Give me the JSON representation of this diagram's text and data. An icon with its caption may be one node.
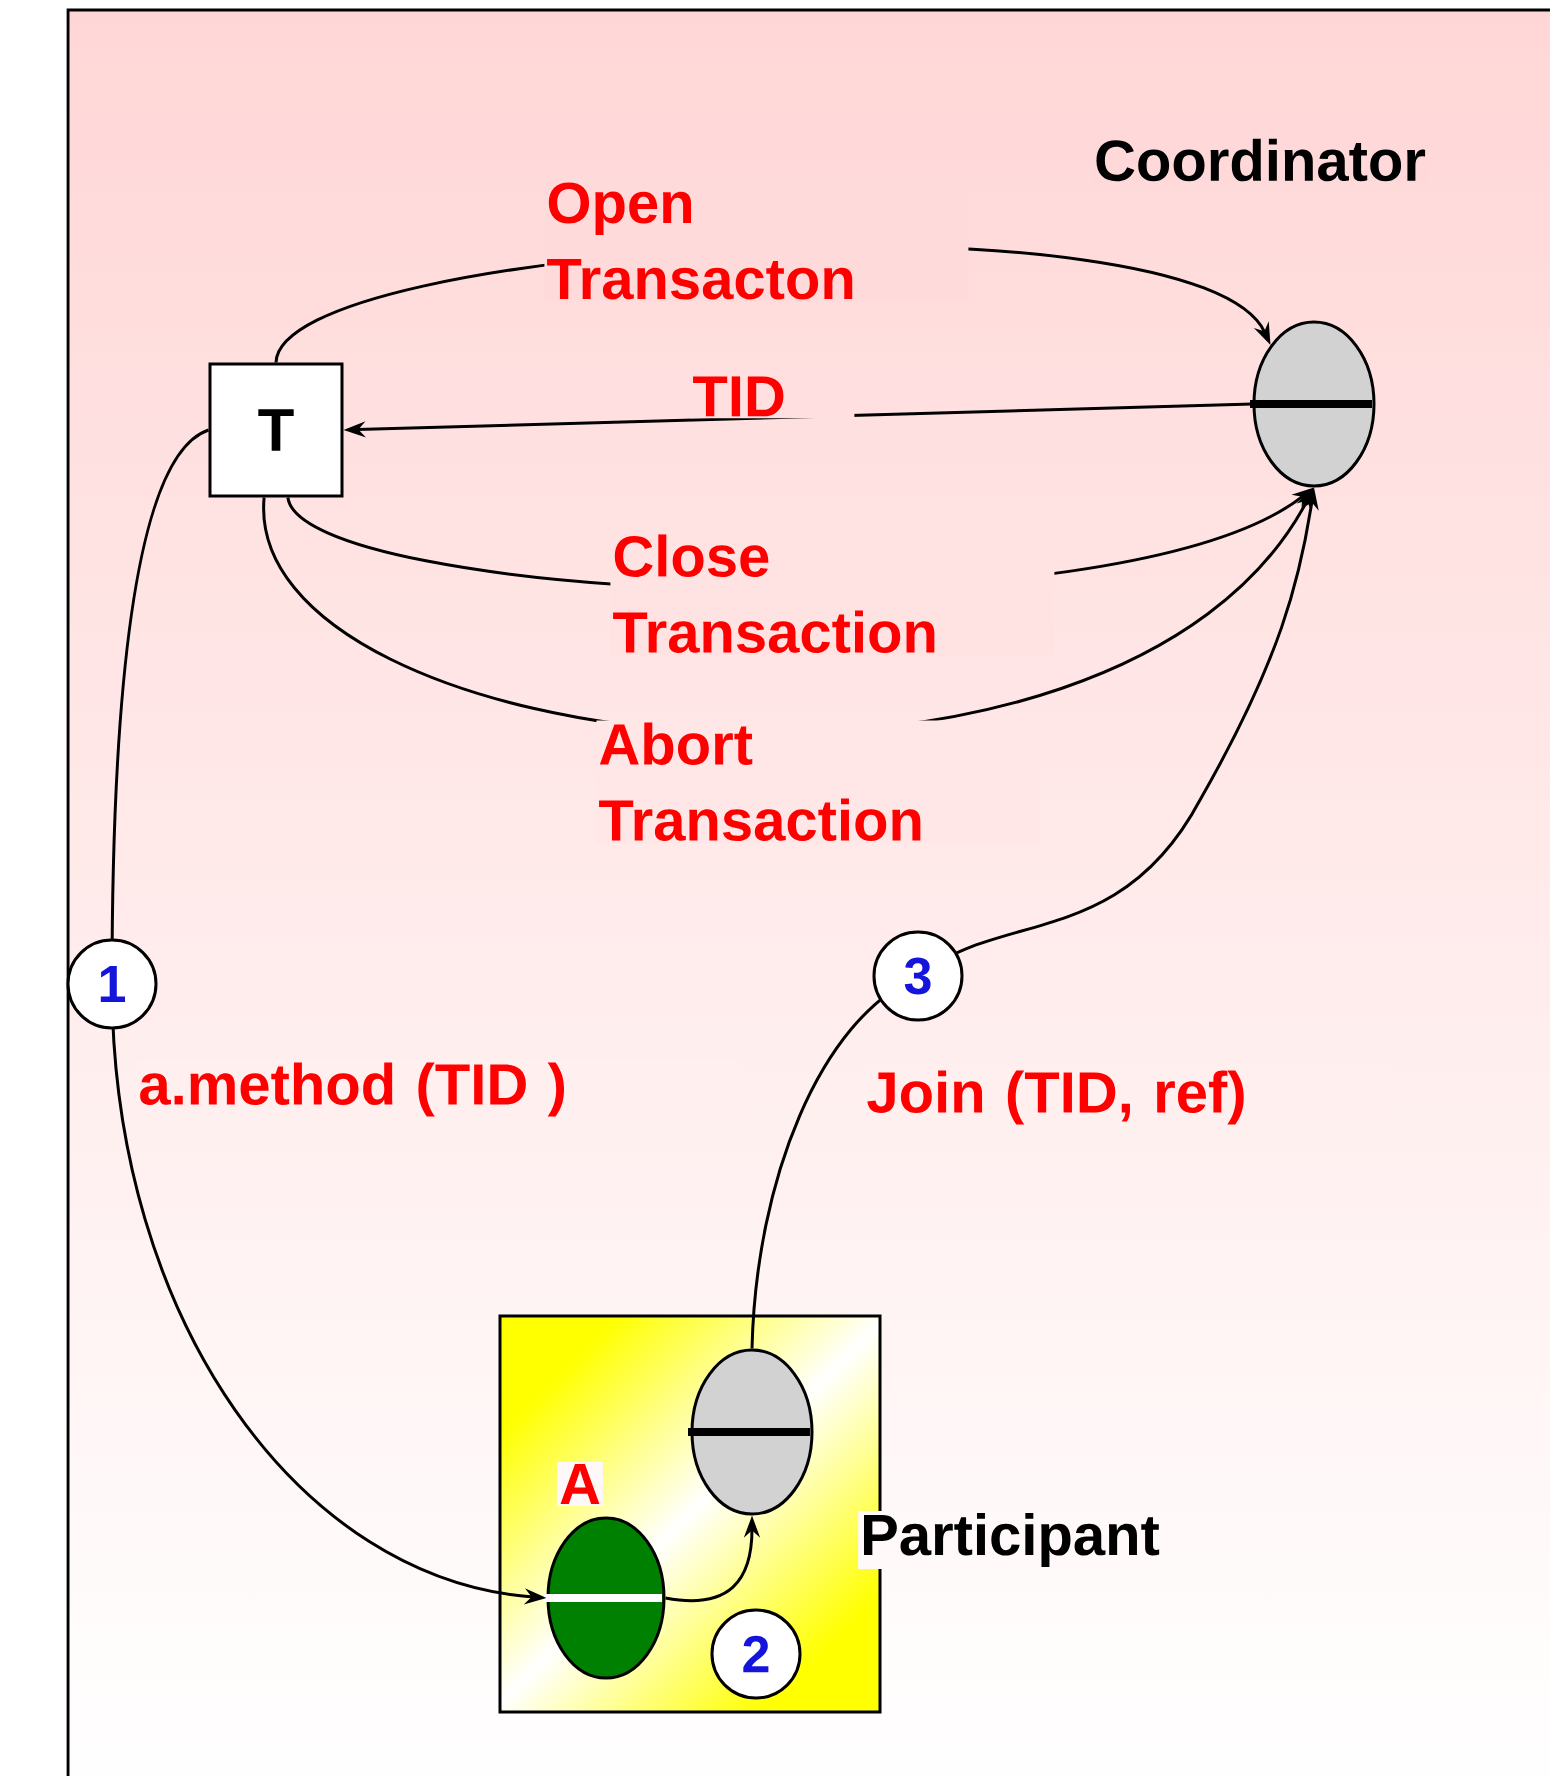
{
  "diagram": {
    "nodes": [
      {
        "text": [
          "T"
        ]
      },
      {
        "text": [
          "Coordinator"
        ]
      },
      {
        "text": [
          "Participant"
        ]
      },
      {
        "text": [
          "A"
        ],
        "in": 2
      },
      {
        "text": [],
        "shape": "circle",
        "in": 2
      }
    ],
    "edges": [
      {
        "from": 0,
        "to": 1,
        "arrow": "to",
        "label": "Open Transacton"
      },
      {
        "from": 1,
        "to": 0,
        "arrow": "to",
        "label": "TID"
      },
      {
        "from": 0,
        "to": 1,
        "arrow": "to",
        "label": "Close Transaction"
      },
      {
        "from": 0,
        "to": 1,
        "arrow": "to",
        "label": "Abort Transaction"
      },
      {
        "from": 0,
        "to": 3,
        "arrow": "to",
        "label": "a.method (TID )"
      },
      {
        "from": 3,
        "to": 4,
        "arrow": "to"
      },
      {
        "from": 4,
        "to": 1,
        "arrow": "to",
        "label": "Join (TID, ref)"
      }
    ],
    "labels": [
      "1",
      "2",
      "3"
    ]
  }
}
